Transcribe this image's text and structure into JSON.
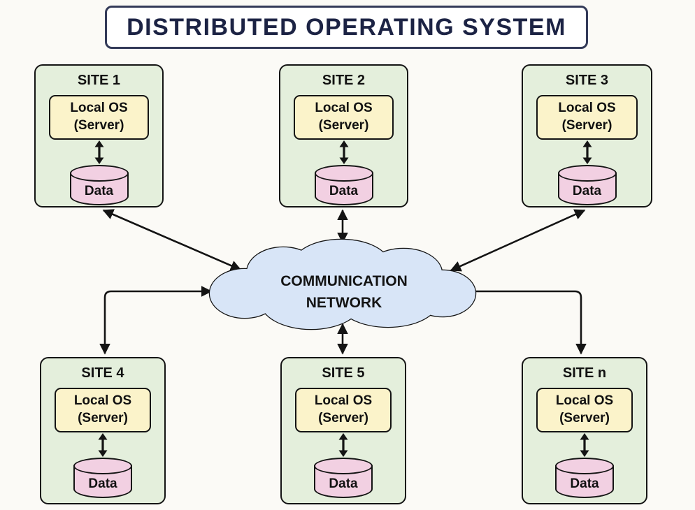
{
  "title": "DISTRIBUTED OPERATING SYSTEM",
  "cloud": {
    "line1": "COMMUNICATION",
    "line2": "NETWORK"
  },
  "sites": [
    {
      "name": "SITE 1",
      "os_line1": "Local OS",
      "os_line2": "(Server)",
      "data_label": "Data"
    },
    {
      "name": "SITE 2",
      "os_line1": "Local OS",
      "os_line2": "(Server)",
      "data_label": "Data"
    },
    {
      "name": "SITE 3",
      "os_line1": "Local OS",
      "os_line2": "(Server)",
      "data_label": "Data"
    },
    {
      "name": "SITE 4",
      "os_line1": "Local OS",
      "os_line2": "(Server)",
      "data_label": "Data"
    },
    {
      "name": "SITE 5",
      "os_line1": "Local OS",
      "os_line2": "(Server)",
      "data_label": "Data"
    },
    {
      "name": "SITE n",
      "os_line1": "Local OS",
      "os_line2": "(Server)",
      "data_label": "Data"
    }
  ],
  "connections": [
    {
      "from": "SITE 1",
      "to": "COMMUNICATION NETWORK",
      "bidirectional": true
    },
    {
      "from": "SITE 2",
      "to": "COMMUNICATION NETWORK",
      "bidirectional": true
    },
    {
      "from": "SITE 3",
      "to": "COMMUNICATION NETWORK",
      "bidirectional": true
    },
    {
      "from": "SITE 4",
      "to": "COMMUNICATION NETWORK",
      "bidirectional": true
    },
    {
      "from": "SITE 5",
      "to": "COMMUNICATION NETWORK",
      "bidirectional": true
    },
    {
      "from": "COMMUNICATION NETWORK",
      "to": "SITE n",
      "bidirectional": false
    }
  ],
  "colors": {
    "page_bg": "#fbfaf6",
    "site_fill": "#e4efdc",
    "os_fill": "#fbf3ca",
    "data_fill": "#f2d0e2",
    "cloud_fill": "#d8e5f7",
    "outline": "#141414",
    "title_color": "#1c2344"
  }
}
